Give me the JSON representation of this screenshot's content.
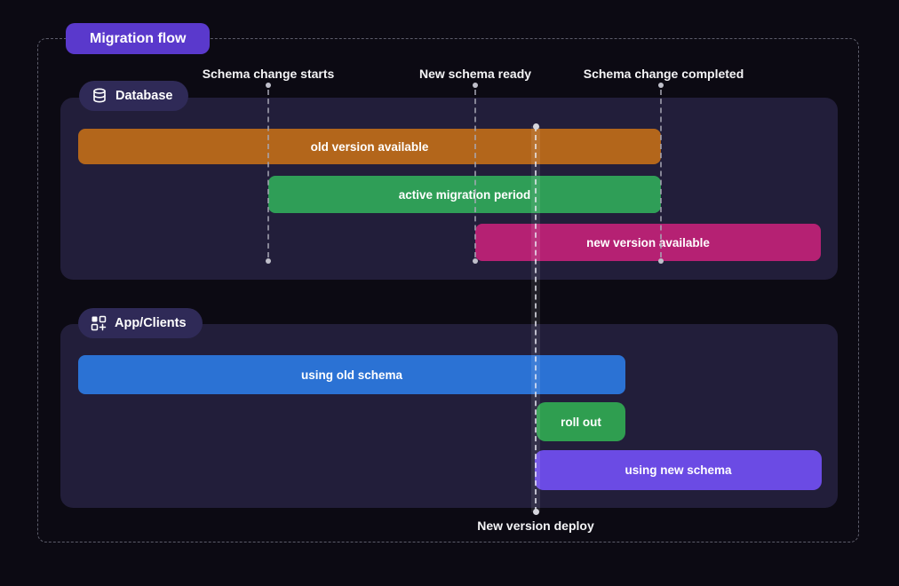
{
  "colors": {
    "background": "#0c0a13",
    "panel": "#221e3a",
    "section_badge": "#2f2a57",
    "title_badge": "#5a39cc",
    "old_version": "#b3661b",
    "migration": "#2f9e57",
    "new_version": "#b52173",
    "using_old": "#2b72d4",
    "rollout": "#2f9e50",
    "using_new": "#6b4be4",
    "dashed_line": "#5d5d6b",
    "label_text": "#f4f4f6"
  },
  "title_badge": {
    "label": "Migration flow"
  },
  "timeline": {
    "events": [
      {
        "label": "Schema change starts"
      },
      {
        "label": "New schema ready"
      },
      {
        "label": "Schema change completed"
      }
    ],
    "deploy": {
      "label": "New version deploy"
    }
  },
  "sections": {
    "database": {
      "label": "Database",
      "icon": "database-icon",
      "bars": {
        "old_version": {
          "label": "old version available",
          "from": "panel start",
          "to": "Schema change completed"
        },
        "migration": {
          "label": "active migration period",
          "from": "Schema change starts",
          "to": "Schema change completed"
        },
        "new_version": {
          "label": "new version available",
          "from": "New schema ready",
          "to": "panel end"
        }
      }
    },
    "apps": {
      "label": "App/Clients",
      "icon": "apps-plus-icon",
      "bars": {
        "using_old": {
          "label": "using old schema",
          "from": "panel start",
          "to": "after New version deploy"
        },
        "rollout": {
          "label": "roll out",
          "from": "New version deploy",
          "to": "after New version deploy"
        },
        "using_new": {
          "label": "using new schema",
          "from": "New version deploy",
          "to": "panel end"
        }
      }
    }
  }
}
